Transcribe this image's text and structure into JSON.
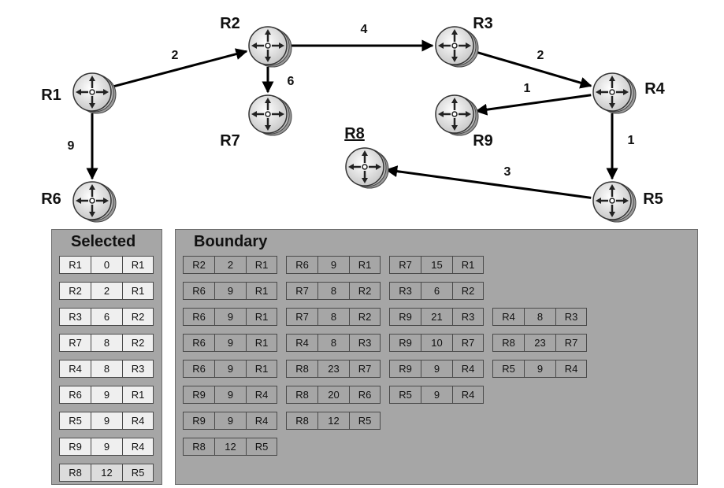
{
  "routers": [
    {
      "id": "R1",
      "label": "R1"
    },
    {
      "id": "R2",
      "label": "R2"
    },
    {
      "id": "R3",
      "label": "R3"
    },
    {
      "id": "R4",
      "label": "R4"
    },
    {
      "id": "R5",
      "label": "R5"
    },
    {
      "id": "R6",
      "label": "R6"
    },
    {
      "id": "R7",
      "label": "R7"
    },
    {
      "id": "R8",
      "label": "R8",
      "underlined": true
    },
    {
      "id": "R9",
      "label": "R9"
    }
  ],
  "edges": [
    {
      "from": "R1",
      "to": "R2",
      "weight": "2"
    },
    {
      "from": "R1",
      "to": "R6",
      "weight": "9"
    },
    {
      "from": "R2",
      "to": "R3",
      "weight": "4"
    },
    {
      "from": "R2",
      "to": "R7",
      "weight": "6"
    },
    {
      "from": "R3",
      "to": "R4",
      "weight": "2"
    },
    {
      "from": "R4",
      "to": "R9",
      "weight": "1"
    },
    {
      "from": "R4",
      "to": "R5",
      "weight": "1"
    },
    {
      "from": "R5",
      "to": "R8",
      "weight": "3"
    }
  ],
  "selected": {
    "title": "Selected",
    "rows": [
      [
        "R1",
        "0",
        "R1"
      ],
      [
        "R2",
        "2",
        "R1"
      ],
      [
        "R3",
        "6",
        "R2"
      ],
      [
        "R7",
        "8",
        "R2"
      ],
      [
        "R4",
        "8",
        "R3"
      ],
      [
        "R6",
        "9",
        "R1"
      ],
      [
        "R5",
        "9",
        "R4"
      ],
      [
        "R9",
        "9",
        "R4"
      ],
      [
        "R8",
        "12",
        "R5"
      ]
    ]
  },
  "boundary": {
    "title": "Boundary",
    "rows": [
      [
        [
          "R2",
          "2",
          "R1"
        ],
        [
          "R6",
          "9",
          "R1"
        ],
        [
          "R7",
          "15",
          "R1"
        ]
      ],
      [
        [
          "R6",
          "9",
          "R1"
        ],
        [
          "R7",
          "8",
          "R2"
        ],
        [
          "R3",
          "6",
          "R2"
        ]
      ],
      [
        [
          "R6",
          "9",
          "R1"
        ],
        [
          "R7",
          "8",
          "R2"
        ],
        [
          "R9",
          "21",
          "R3"
        ],
        [
          "R4",
          "8",
          "R3"
        ]
      ],
      [
        [
          "R6",
          "9",
          "R1"
        ],
        [
          "R4",
          "8",
          "R3"
        ],
        [
          "R9",
          "10",
          "R7"
        ],
        [
          "R8",
          "23",
          "R7"
        ]
      ],
      [
        [
          "R6",
          "9",
          "R1"
        ],
        [
          "R8",
          "23",
          "R7"
        ],
        [
          "R9",
          "9",
          "R4"
        ],
        [
          "R5",
          "9",
          "R4"
        ]
      ],
      [
        [
          "R9",
          "9",
          "R4"
        ],
        [
          "R8",
          "20",
          "R6"
        ],
        [
          "R5",
          "9",
          "R4"
        ]
      ],
      [
        [
          "R9",
          "9",
          "R4"
        ],
        [
          "R8",
          "12",
          "R5"
        ]
      ],
      [
        [
          "R8",
          "12",
          "R5"
        ]
      ]
    ]
  }
}
